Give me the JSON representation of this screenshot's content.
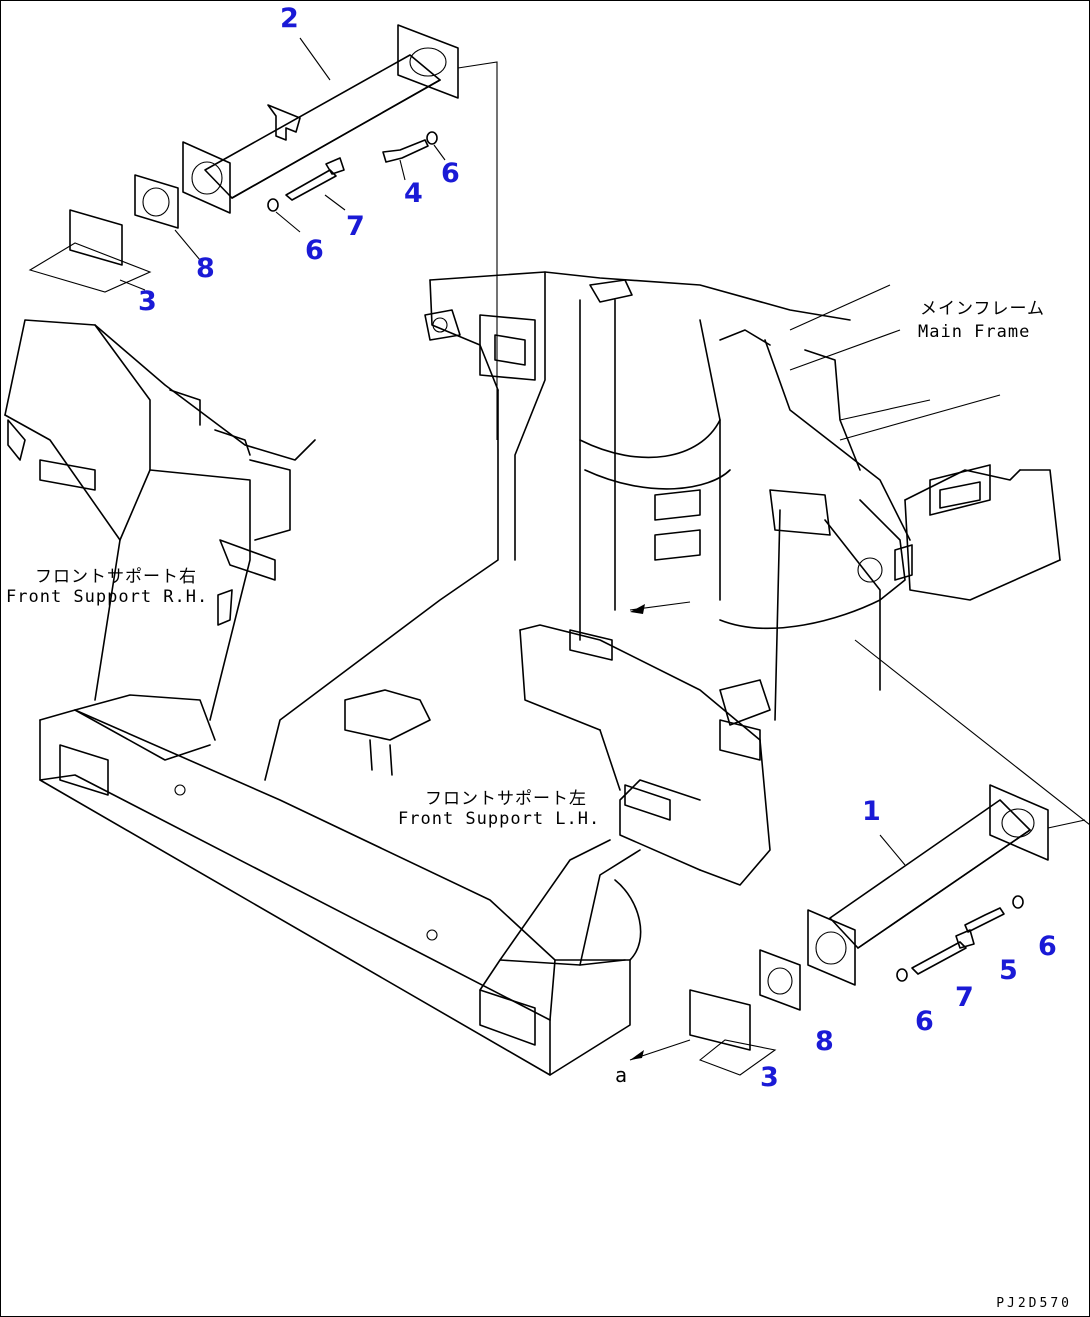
{
  "callouts": {
    "c2": "2",
    "c4": "4",
    "c6a": "6",
    "c6b": "6",
    "c7a": "7",
    "c8a": "8",
    "c3a": "3",
    "c1": "1",
    "c6c": "6",
    "c5": "5",
    "c7b": "7",
    "c6d": "6",
    "c8b": "8",
    "c3b": "3"
  },
  "labels": {
    "main_frame_jp": "メインフレーム",
    "main_frame_en": "Main Frame",
    "front_support_rh_jp": "フロントサポート右",
    "front_support_rh_en": "Front Support R.H.",
    "front_support_lh_jp": "フロントサポート左",
    "front_support_lh_en": "Front Support L.H.",
    "ref_a": "a"
  },
  "drawing_code": "PJ2D570"
}
